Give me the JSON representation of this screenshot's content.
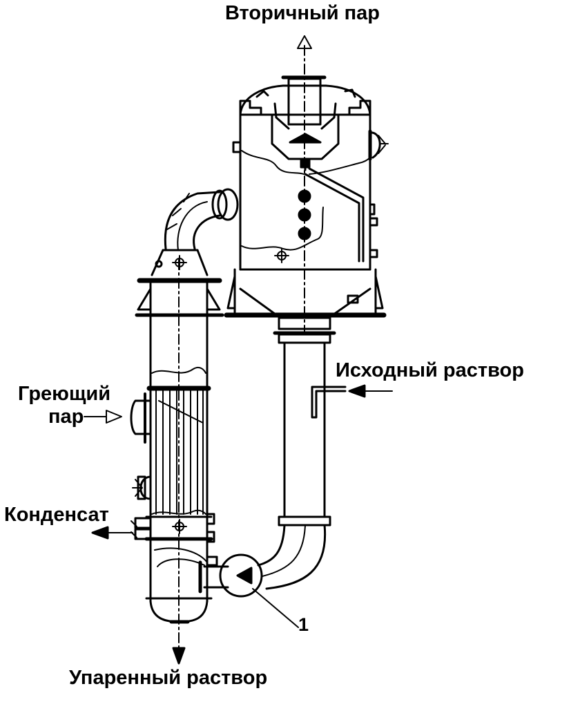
{
  "labels": {
    "secondary_steam": "Вторичный пар",
    "initial_solution": "Исходный раствор",
    "heating_steam_line1": "Греющий",
    "heating_steam_line2": "пар",
    "condensate": "Конденсат",
    "evaporated_solution": "Упаренный раствор",
    "pump_callout": "1"
  },
  "colors": {
    "stroke": "#000000",
    "background": "#ffffff"
  }
}
